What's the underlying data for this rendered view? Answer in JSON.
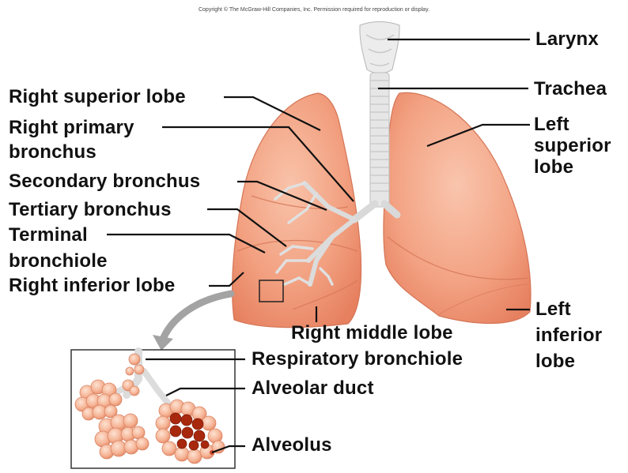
{
  "copyright": "Copyright © The McGraw-Hill Companies, Inc. Permission required for reproduction or display.",
  "labels": {
    "larynx": "Larynx",
    "trachea": "Trachea",
    "left_superior_lobe": [
      "Left",
      "superior",
      "lobe"
    ],
    "left_inferior_lobe": [
      "Left",
      "inferior",
      "lobe"
    ],
    "right_superior_lobe": "Right superior lobe",
    "right_primary_bronchus": [
      "Right primary",
      "bronchus"
    ],
    "secondary_bronchus": "Secondary bronchus",
    "tertiary_bronchus": "Tertiary bronchus",
    "terminal_bronchiole": [
      "Terminal",
      "bronchiole"
    ],
    "right_inferior_lobe": "Right inferior lobe",
    "right_middle_lobe": "Right middle lobe",
    "respiratory_bronchiole": "Respiratory bronchiole",
    "alveolar_duct": "Alveolar duct",
    "alveolus": "Alveolus"
  },
  "colors": {
    "lung": "#f2a080",
    "lung_dark": "#e07e60",
    "cartilage": "#e4e4e4",
    "leader": "#111111",
    "inset_border": "#333333",
    "arrow": "#9a9a9a",
    "alveolus_cut": "#a8280e"
  }
}
